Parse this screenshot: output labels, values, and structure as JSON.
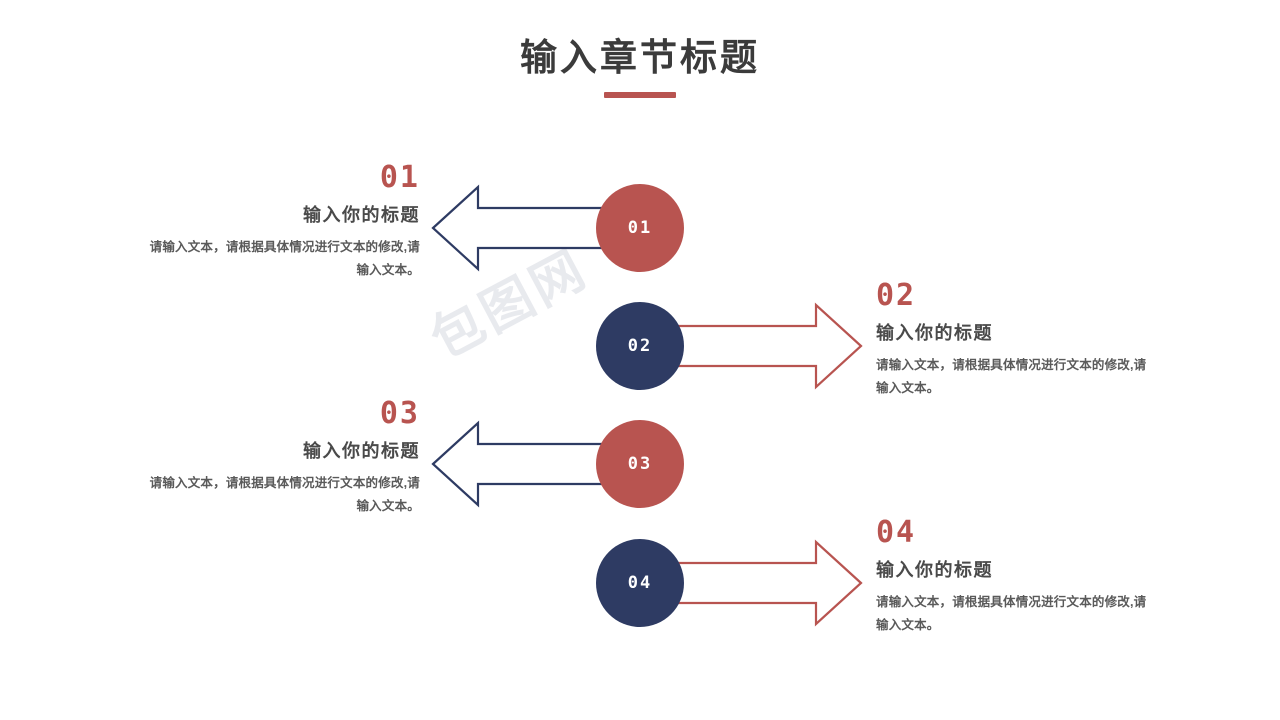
{
  "slide": {
    "title": "输入章节标题",
    "background_color": "#ffffff",
    "watermark_text": "包图网"
  },
  "theme": {
    "red": "#b85450",
    "navy": "#2e3b63",
    "heading_color": "#4a4a4a",
    "body_color": "#5a5a5a",
    "title_color": "#3b3b3b"
  },
  "items": [
    {
      "number": "01",
      "circle_number": "01",
      "heading": "输入你的标题",
      "body": "请输入文本，请根据具体情况进行文本的修改,请输入文本。",
      "side": "left",
      "arrow_direction": "left",
      "circle_color": "#b85450",
      "arrow_color": "#2e3b63"
    },
    {
      "number": "02",
      "circle_number": "02",
      "heading": "输入你的标题",
      "body": "请输入文本，请根据具体情况进行文本的修改,请输入文本。",
      "side": "right",
      "arrow_direction": "right",
      "circle_color": "#2e3b63",
      "arrow_color": "#b85450"
    },
    {
      "number": "03",
      "circle_number": "03",
      "heading": "输入你的标题",
      "body": "请输入文本，请根据具体情况进行文本的修改,请输入文本。",
      "side": "left",
      "arrow_direction": "left",
      "circle_color": "#b85450",
      "arrow_color": "#2e3b63"
    },
    {
      "number": "04",
      "circle_number": "04",
      "heading": "输入你的标题",
      "body": "请输入文本，请根据具体情况进行文本的修改,请输入文本。",
      "side": "right",
      "arrow_direction": "right",
      "circle_color": "#2e3b63",
      "arrow_color": "#b85450"
    }
  ]
}
